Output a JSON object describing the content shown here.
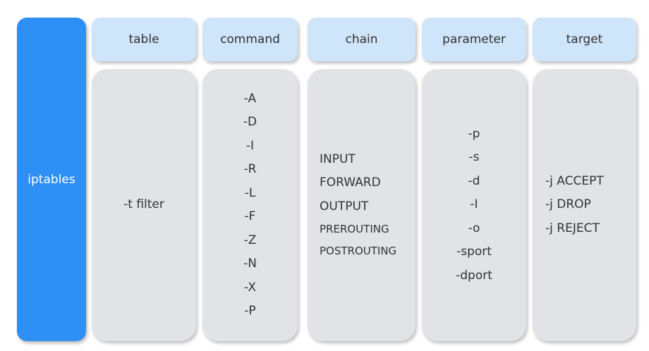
{
  "root_label": "iptables",
  "columns": [
    {
      "header": "table",
      "items": [
        "-t filter"
      ]
    },
    {
      "header": "command",
      "items": [
        "-A",
        "-D",
        "-I",
        "-R",
        "-L",
        "-F",
        "-Z",
        "-N",
        "-X",
        "-P"
      ]
    },
    {
      "header": "chain",
      "items": [
        "INPUT",
        "FORWARD",
        "OUTPUT",
        "PREROUTING",
        "POSTROUTING"
      ]
    },
    {
      "header": "parameter",
      "items": [
        "-p",
        "-s",
        "-d",
        "-I",
        "-o",
        "-sport",
        "-dport"
      ]
    },
    {
      "header": "target",
      "items": [
        "-j ACCEPT",
        "-j DROP",
        "-j REJECT"
      ]
    }
  ],
  "colors": {
    "root_fill": "#2e8ff5",
    "header_fill": "#cfe5f9",
    "card_fill": "#e1e3e6",
    "text": "#333333"
  }
}
